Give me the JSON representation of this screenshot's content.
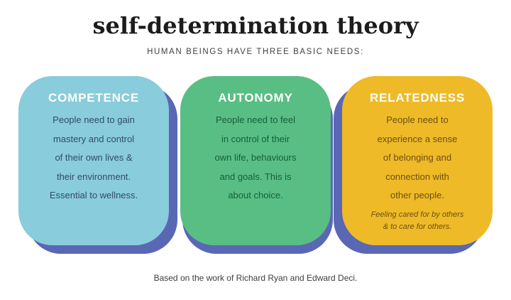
{
  "header": {
    "title": "self-determination theory",
    "subtitle": "HUMAN BEINGS HAVE THREE BASIC NEEDS:"
  },
  "colors": {
    "background": "#FFFFFF",
    "shadow": "#5A67B4",
    "card_title_text": "#FEFEFB",
    "heading_text": "#1C1C1C",
    "subtitle_text": "#414141",
    "footer_text": "#3D3D3D"
  },
  "cards": [
    {
      "title": "COMPETENCE",
      "bg": "#89CCDB",
      "text_color": "#2F4D68",
      "body_lines": [
        "People need to gain",
        "mastery and control",
        "of their own lives &",
        "their environment.",
        "Essential to wellness."
      ]
    },
    {
      "title": "AUTONOMY",
      "bg": "#59BE84",
      "text_color": "#15603A",
      "body_lines": [
        "People need to feel",
        "in control of their",
        "own life, behaviours",
        "and goals. This is",
        "about choice."
      ]
    },
    {
      "title": "RELATEDNESS",
      "bg": "#EEBA28",
      "text_color": "#6E5010",
      "body_lines": [
        "People need to",
        "experience a sense",
        "of belonging and",
        "connection with",
        "other people."
      ],
      "note_lines": [
        "Feeling cared for by others",
        "& to care for others."
      ]
    }
  ],
  "footer": {
    "attribution": "Based on the work of Richard Ryan and Edward Deci."
  }
}
